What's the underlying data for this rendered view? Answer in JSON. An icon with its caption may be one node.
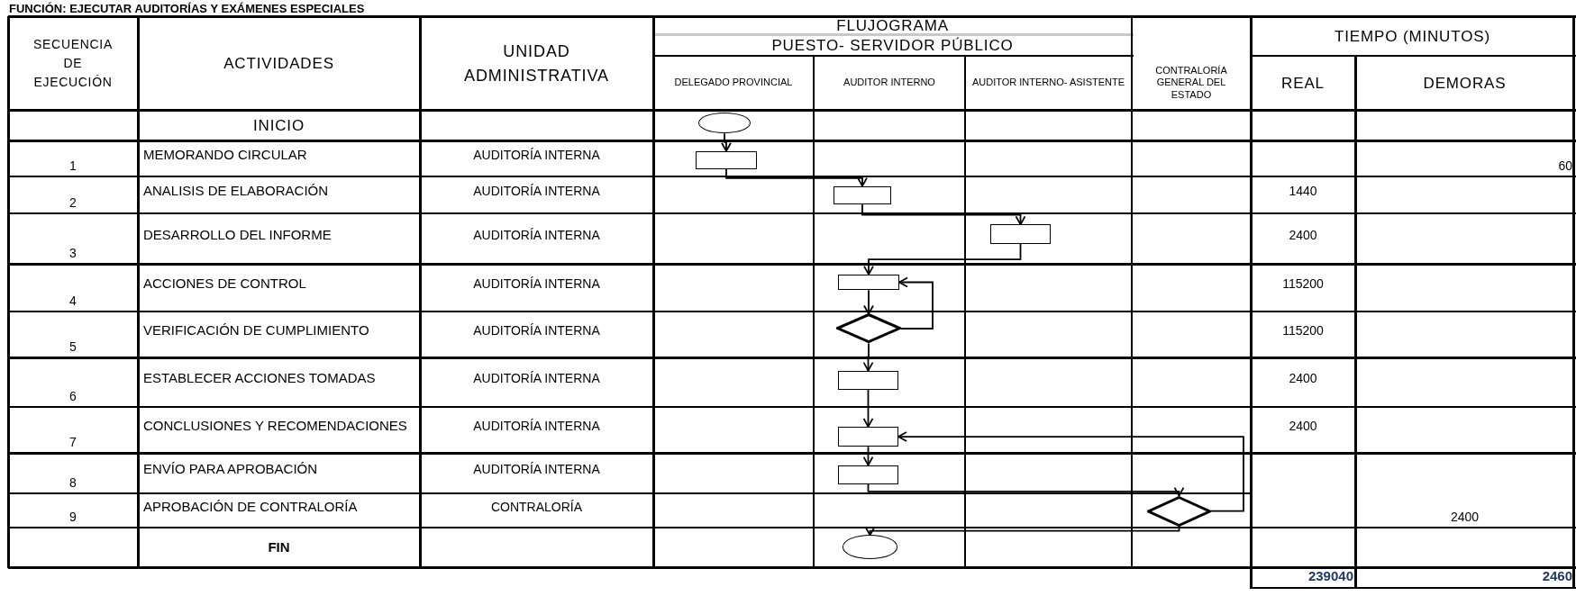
{
  "diagram": {
    "title": "FUNCIÓN: EJECUTAR AUDITORÍAS Y EXÁMENES ESPECIALES",
    "nodes": [
      {
        "text": [],
        "shape": "ellipse"
      },
      {
        "text": [],
        "shape": "box"
      },
      {
        "text": [],
        "shape": "box"
      },
      {
        "text": [],
        "shape": "box"
      },
      {
        "text": [],
        "shape": "box"
      },
      {
        "text": [],
        "shape": "diamond"
      },
      {
        "text": [],
        "shape": "box"
      },
      {
        "text": [],
        "shape": "box"
      },
      {
        "text": [],
        "shape": "box"
      },
      {
        "text": [],
        "shape": "diamond"
      },
      {
        "text": [],
        "shape": "ellipse"
      }
    ],
    "edges": [
      {
        "from": 0,
        "to": 1,
        "arrow": "to"
      },
      {
        "from": 1,
        "to": 2,
        "arrow": "to"
      },
      {
        "from": 2,
        "to": 3,
        "arrow": "to"
      },
      {
        "from": 3,
        "to": 4,
        "arrow": "to"
      },
      {
        "from": 4,
        "to": 5,
        "arrow": "to"
      },
      {
        "from": 5,
        "to": 4,
        "arrow": "to"
      },
      {
        "from": 5,
        "to": 6,
        "arrow": "to"
      },
      {
        "from": 6,
        "to": 7,
        "arrow": "to"
      },
      {
        "from": 7,
        "to": 8,
        "arrow": "to"
      },
      {
        "from": 8,
        "to": 9,
        "arrow": "to"
      },
      {
        "from": 9,
        "to": 7,
        "arrow": "to"
      },
      {
        "from": 9,
        "to": 10,
        "arrow": "to"
      }
    ],
    "labels": [
      "SECUENCIA DE EJECUCIÓN",
      "ACTIVIDADES",
      "UNIDAD ADMINISTRATIVA",
      "FLUJOGRAMA",
      "PUESTO- SERVIDOR PÚBLICO",
      "TIEMPO (MINUTOS)",
      "DELEGADO PROVINCIAL",
      "AUDITOR INTERNO",
      "AUDITOR INTERNO- ASISTENTE",
      "CONTRALORÍA GENERAL DEL ESTADO",
      "REAL",
      "DEMORAS",
      "INICIO",
      "1",
      "MEMORANDO CIRCULAR",
      "AUDITORÍA INTERNA",
      "60",
      "2",
      "ANALISIS DE ELABORACIÓN",
      "AUDITORÍA INTERNA",
      "1440",
      "3",
      "DESARROLLO DEL INFORME",
      "AUDITORÍA INTERNA",
      "2400",
      "4",
      "ACCIONES DE CONTROL",
      "AUDITORÍA INTERNA",
      "115200",
      "5",
      "VERIFICACIÓN DE CUMPLIMIENTO",
      "AUDITORÍA INTERNA",
      "115200",
      "6",
      "ESTABLECER ACCIONES TOMADAS",
      "AUDITORÍA INTERNA",
      "2400",
      "7",
      "CONCLUSIONES Y RECOMENDACIONES",
      "AUDITORÍA INTERNA",
      "2400",
      "8",
      "ENVÍO PARA APROBACIÓN",
      "AUDITORÍA INTERNA",
      "9",
      "APROBACIÓN DE CONTRALORÍA",
      "CONTRALORÍA",
      "2400",
      "FIN",
      "239040",
      "2460"
    ]
  }
}
